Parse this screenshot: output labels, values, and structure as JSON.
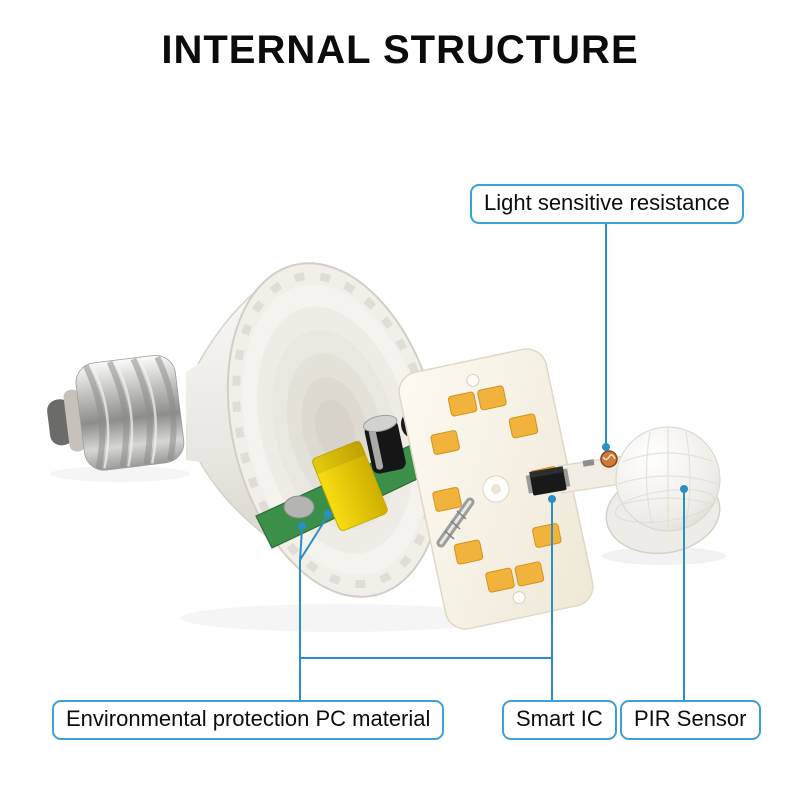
{
  "title": "INTERNAL STRUCTURE",
  "callouts": [
    {
      "id": "light-sensitive-resistance",
      "label": "Light sensitive resistance"
    },
    {
      "id": "environmental-protection-pc-material",
      "label": "Environmental protection PC material"
    },
    {
      "id": "smart-ic",
      "label": "Smart IC"
    },
    {
      "id": "pir-sensor",
      "label": "PIR Sensor"
    }
  ],
  "colors": {
    "callout_border_blue": "#3ba2d4",
    "leader_line_blue": "#2b8fc7",
    "background": "#ffffff",
    "title_text": "#0b0b0b",
    "led_chip_yellow": "#f1b33b",
    "driver_pcb_green": "#3c8f49",
    "transformer_yellow": "#f2d400"
  }
}
